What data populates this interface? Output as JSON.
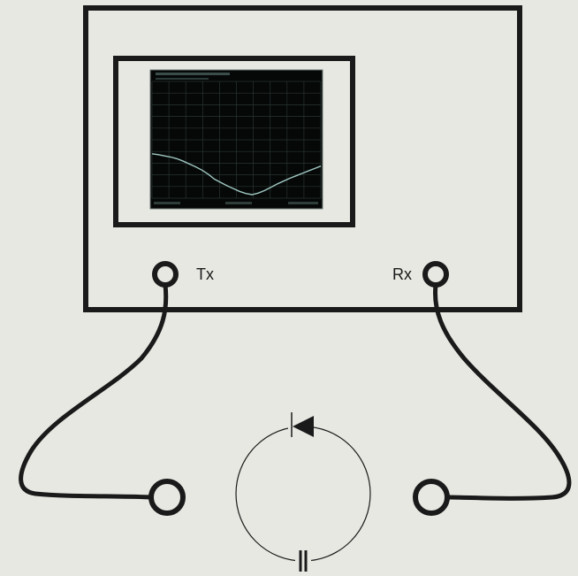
{
  "colors": {
    "background": "#e8e8e3",
    "outline": "#1a1a1a",
    "screen": "#050807",
    "trace": "#9fc7c0"
  },
  "instrument": {
    "tx_label": "Tx",
    "rx_label": "Rx"
  },
  "screen_trace": {
    "points": [
      0.0,
      0.02,
      0.05,
      0.08,
      0.12,
      0.18,
      0.25,
      0.32,
      0.4,
      0.5,
      0.62,
      0.7,
      0.78,
      0.85,
      0.92,
      0.97,
      1.0,
      0.96,
      0.9,
      0.82,
      0.74,
      0.67,
      0.6,
      0.54,
      0.48,
      0.42,
      0.36,
      0.3
    ]
  }
}
